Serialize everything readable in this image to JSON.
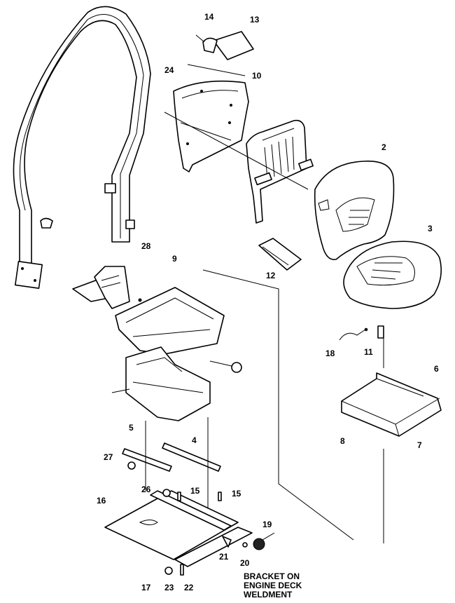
{
  "callouts": {
    "c1": "14",
    "c2": "13",
    "c3": "24",
    "c4": "10",
    "c5": "2",
    "c6": "3",
    "c7": "28",
    "c8": "9",
    "c9": "12",
    "c10": "18",
    "c11": "11",
    "c12": "6",
    "c13": "8",
    "c14": "7",
    "c15": "5",
    "c16": "4",
    "c17": "27",
    "c18": "26",
    "c19": "15",
    "c20": "15",
    "c21": "16",
    "c22": "19",
    "c23": "21",
    "c24": "20",
    "c25": "17",
    "c26": "23",
    "c27": "22"
  },
  "note": {
    "line1": "BRACKET ON",
    "line2": "ENGINE DECK",
    "line3": "WELDMENT"
  }
}
